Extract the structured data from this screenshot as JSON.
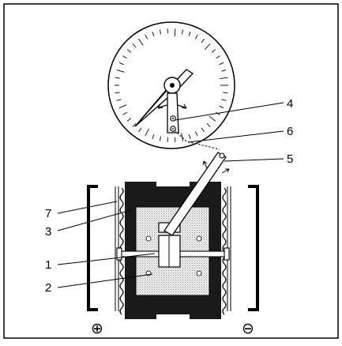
{
  "callouts": [
    {
      "id": "1",
      "label": "1"
    },
    {
      "id": "2",
      "label": "2"
    },
    {
      "id": "3",
      "label": "3"
    },
    {
      "id": "4",
      "label": "4"
    },
    {
      "id": "5",
      "label": "5"
    },
    {
      "id": "6",
      "label": "6"
    },
    {
      "id": "7",
      "label": "7"
    }
  ],
  "terminals": {
    "positive": "⊕",
    "negative": "⊖"
  },
  "gauge": {
    "tick_count": 46
  },
  "colors": {
    "stroke": "#000000",
    "magnet": "#1a1a1a",
    "core_stipple": "#d0d0d0",
    "background": "#ffffff"
  }
}
